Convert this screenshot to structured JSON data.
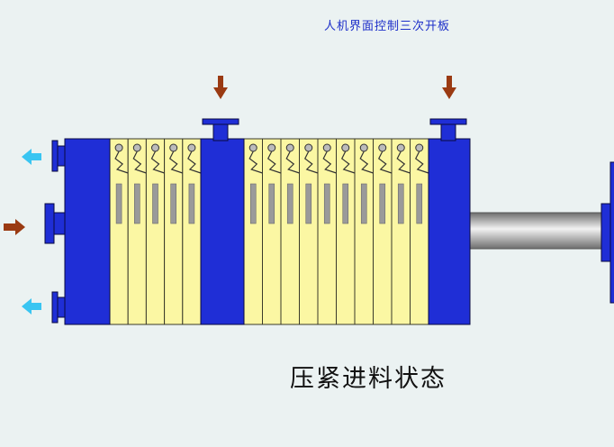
{
  "header": {
    "title": "人机界面控制三次开板"
  },
  "status": {
    "caption": "压紧进料状态"
  },
  "colors": {
    "background": "#ebf2f2",
    "frame_blue": "#1f2ed6",
    "plate_yellow": "#fbf7a3",
    "inlet_arrow": "#9a3a12",
    "outlet_arrow": "#39c5f2",
    "rod_gray": "#9a9a9a"
  },
  "icons": {
    "feed_arrows": "down-arrow",
    "left_inlet": "right-arrow",
    "left_outlets": "left-arrow"
  }
}
